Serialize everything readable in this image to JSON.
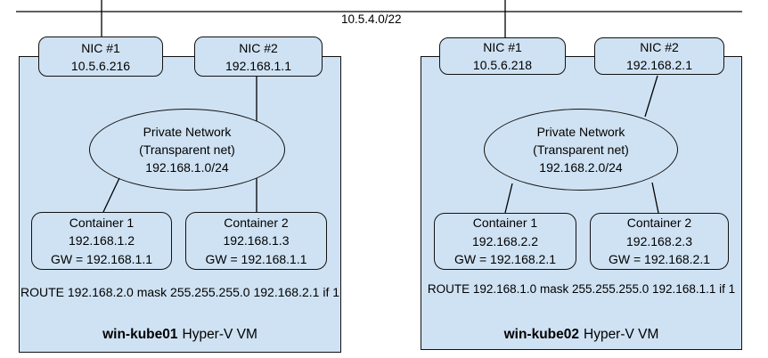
{
  "colors": {
    "box_fill": "#cfe2f3",
    "box_border": "#111111",
    "line": "#000000",
    "text": "#000000",
    "page_background": "#ffffff"
  },
  "backbone": {
    "label": "10.5.4.0/22"
  },
  "vms": [
    {
      "name": "win-kube01",
      "title_suffix": "Hyper-V VM",
      "nics": [
        {
          "label": "NIC #1",
          "ip": "10.5.6.216"
        },
        {
          "label": "NIC #2",
          "ip": "192.168.1.1"
        }
      ],
      "private_network": {
        "line1": "Private Network",
        "line2": "(Transparent net)",
        "line3": "192.168.1.0/24"
      },
      "containers": [
        {
          "label": "Container 1",
          "ip": "192.168.1.2",
          "gw": "GW = 192.168.1.1"
        },
        {
          "label": "Container 2",
          "ip": "192.168.1.3",
          "gw": "GW = 192.168.1.1"
        }
      ],
      "route": "ROUTE 192.168.2.0 mask 255.255.255.0 192.168.2.1 if 1"
    },
    {
      "name": "win-kube02",
      "title_suffix": "Hyper-V VM",
      "nics": [
        {
          "label": "NIC #1",
          "ip": "10.5.6.218"
        },
        {
          "label": "NIC #2",
          "ip": "192.168.2.1"
        }
      ],
      "private_network": {
        "line1": "Private Network",
        "line2": "(Transparent net)",
        "line3": "192.168.2.0/24"
      },
      "containers": [
        {
          "label": "Container 1",
          "ip": "192.168.2.2",
          "gw": "GW = 192.168.2.1"
        },
        {
          "label": "Container 2",
          "ip": "192.168.2.3",
          "gw": "GW = 192.168.2.1"
        }
      ],
      "route": "ROUTE 192.168.1.0 mask 255.255.255.0 192.168.1.1 if 1"
    }
  ]
}
